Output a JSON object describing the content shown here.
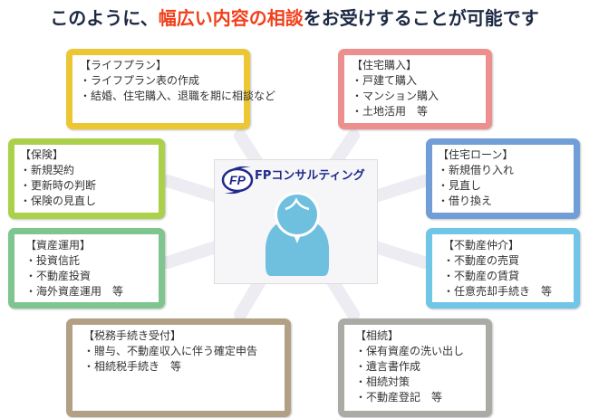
{
  "title": {
    "pre": "このように、",
    "highlight": "幅広い内容の相談",
    "post": "をお受けすることが可能です"
  },
  "center": {
    "logo_text": "FP",
    "brand": "FPコンサルティング",
    "icon": "person-icon"
  },
  "colors": {
    "title": "#1d2a44",
    "highlight": "#f0401c",
    "brand": "#1f2a8c",
    "person": "#6fbfdf"
  },
  "boxes": [
    {
      "id": "life-plan",
      "color": "#edc733",
      "heading": "【ライフプラン】",
      "items": [
        "・ライフプラン表の作成",
        "・結婚、住宅購入、退職を期に相談など"
      ]
    },
    {
      "id": "housing-purchase",
      "color": "#ee8f8f",
      "heading": "【住宅購入】",
      "items": [
        "・戸建て購入",
        "・マンション購入",
        "・土地活用　等"
      ]
    },
    {
      "id": "insurance",
      "color": "#abd04a",
      "heading": "【保険】",
      "items": [
        "・新規契約",
        "・更新時の判断",
        "・保険の見直し"
      ]
    },
    {
      "id": "housing-loan",
      "color": "#719ed6",
      "heading": "【住宅ローン】",
      "items": [
        "・新規借り入れ",
        "・見直し",
        "・借り換え"
      ]
    },
    {
      "id": "asset-management",
      "color": "#7ec58f",
      "heading": "【資産運用】",
      "items": [
        "・投資信託",
        "・不動産投資",
        "・海外資産運用　等"
      ]
    },
    {
      "id": "real-estate",
      "color": "#71c5e6",
      "heading": "【不動産仲介】",
      "items": [
        "・不動産の売買",
        "・不動産の賃貸",
        "・任意売却手続き　等"
      ]
    },
    {
      "id": "tax",
      "color": "#b1a084",
      "heading": "【税務手続き受付】",
      "items": [
        "・贈与、不動産収入に伴う確定申告",
        "・相続税手続き　等"
      ]
    },
    {
      "id": "inheritance",
      "color": "#ababa6",
      "heading": "【相続】",
      "items": [
        "・保有資産の洗い出し",
        "・遺言書作成",
        "・相続対策",
        "・不動産登記　等"
      ]
    }
  ]
}
